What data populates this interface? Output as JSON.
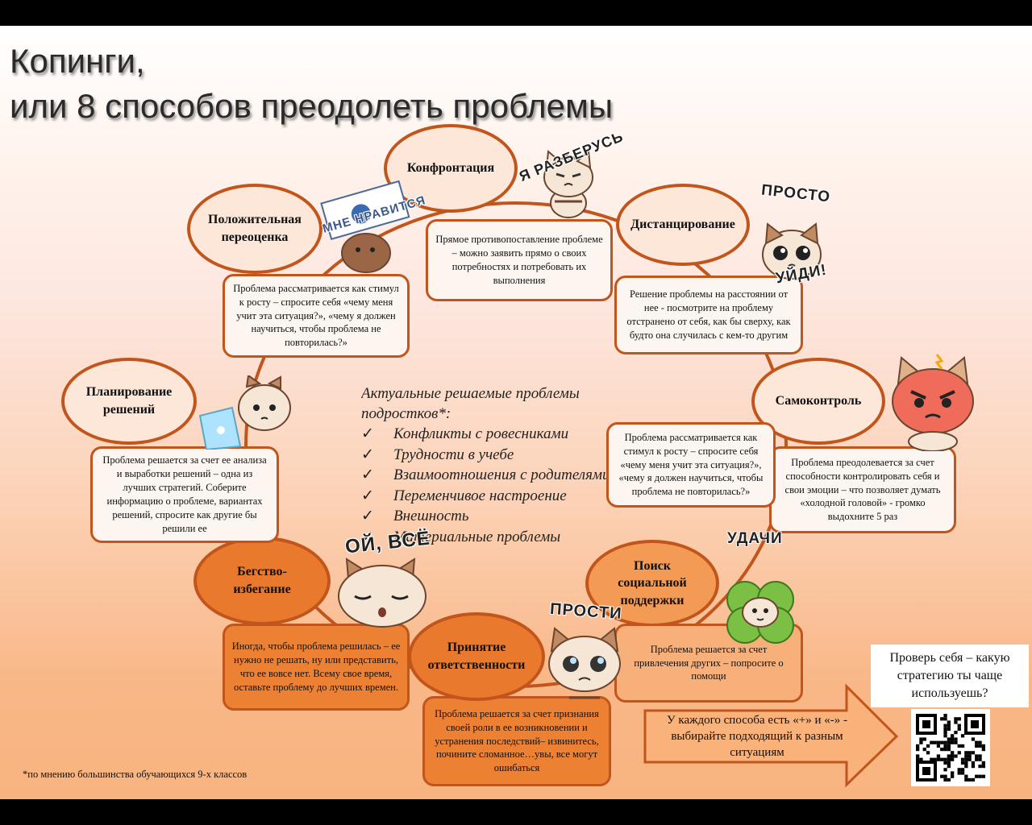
{
  "title": {
    "line1": "Копинги,",
    "line2": "или 8 способов преодолеть проблемы"
  },
  "strategies": [
    {
      "name": "Конфронтация",
      "text": "Прямое противопоставление проблеме – можно заявить прямо о своих потребностях и потребовать их выполнения",
      "sticker": "Я РАЗБЕРУСЬ",
      "icon": "cat-arms-crossed-icon"
    },
    {
      "name": "Дистанцирование",
      "text": "Решение проблемы на расстоянии от нее - посмотрите на проблему отстранено от себя, как бы сверху, как будто она случилась с кем-то другим",
      "sticker_top": "ПРОСТО",
      "sticker_bottom": "УЙДИ!",
      "icon": "cat-stop-hand-icon"
    },
    {
      "name": "Самоконтроль",
      "text": "Проблема преодолевается за счет способности контролировать себя и свои эмоции – что позволяет думать «холодной головой» - громко выдохните 5 раз",
      "icon": "angry-cat-icon"
    },
    {
      "name": "Поиск социальной поддержки",
      "text": "Проблема решается за счет привлечения других – попросите о помощи",
      "sticker": "УДАЧИ",
      "icon": "clover-cat-icon"
    },
    {
      "name": "Принятие ответственности",
      "text": "Проблема решается за счет признания своей роли в ее возникновении и устранения последствий– извинитесь, почините сломанное…увы, все могут ошибаться",
      "sticker": "ПРОСТИ",
      "icon": "sad-cat-icon"
    },
    {
      "name": "Бегство-избегание",
      "text": "Иногда, чтобы проблема решилась – ее нужно не решать, ну или представить, что ее вовсе нет. Всему свое время, оставьте проблему до лучших времен.",
      "sticker": "ОЙ, ВСЁ",
      "icon": "sleepy-cat-icon"
    },
    {
      "name": "Планирование решений",
      "text": "Проблема решается за счет ее анализа и выработки решений – одна из лучших стратегий. Соберите информацию о проблеме, вариантах решений, спросите как другие бы решили ее",
      "icon": "laptop-cat-icon"
    },
    {
      "name": "Положительная переоценка",
      "text": "Проблема рассматривается как стимул к росту – спросите себя «чему меня учит эта ситуация?», «чему я должен научиться, чтобы проблема не повторилась?»",
      "sticker": "МНЕ НРАВИТСЯ",
      "icon": "cat-sign-icon"
    }
  ],
  "overlay_box": {
    "text": "Проблема рассматривается как стимул к росту – спросите себя «чему меня учит эта ситуация?», «чему я должен научиться, чтобы проблема не повторилась?»"
  },
  "center": {
    "title": "Актуальные решаемые проблемы подростков*:",
    "check_glyph": "✓",
    "items": [
      "Конфликты с ровесниками",
      "Трудности в учебе",
      "Взаимоотношения с родителями",
      "Переменчивое настроение",
      "Внешность",
      "Материальные проблемы"
    ]
  },
  "footnote": "*по мнению  большинства обучающихся 9-х классов",
  "arrow_text": "У каждого способа есть «+» и «-» - выбирайте подходящий к разным ситуациям",
  "check_yourself": "Проверь себя – какую стратегию ты чаще используешь?",
  "qr_icon": "qr-code-icon",
  "colors": {
    "border": "#c2551b",
    "light_fill": "#fde7d8",
    "mid_fill": "#f39a55",
    "dark_fill": "#e97a2d"
  }
}
